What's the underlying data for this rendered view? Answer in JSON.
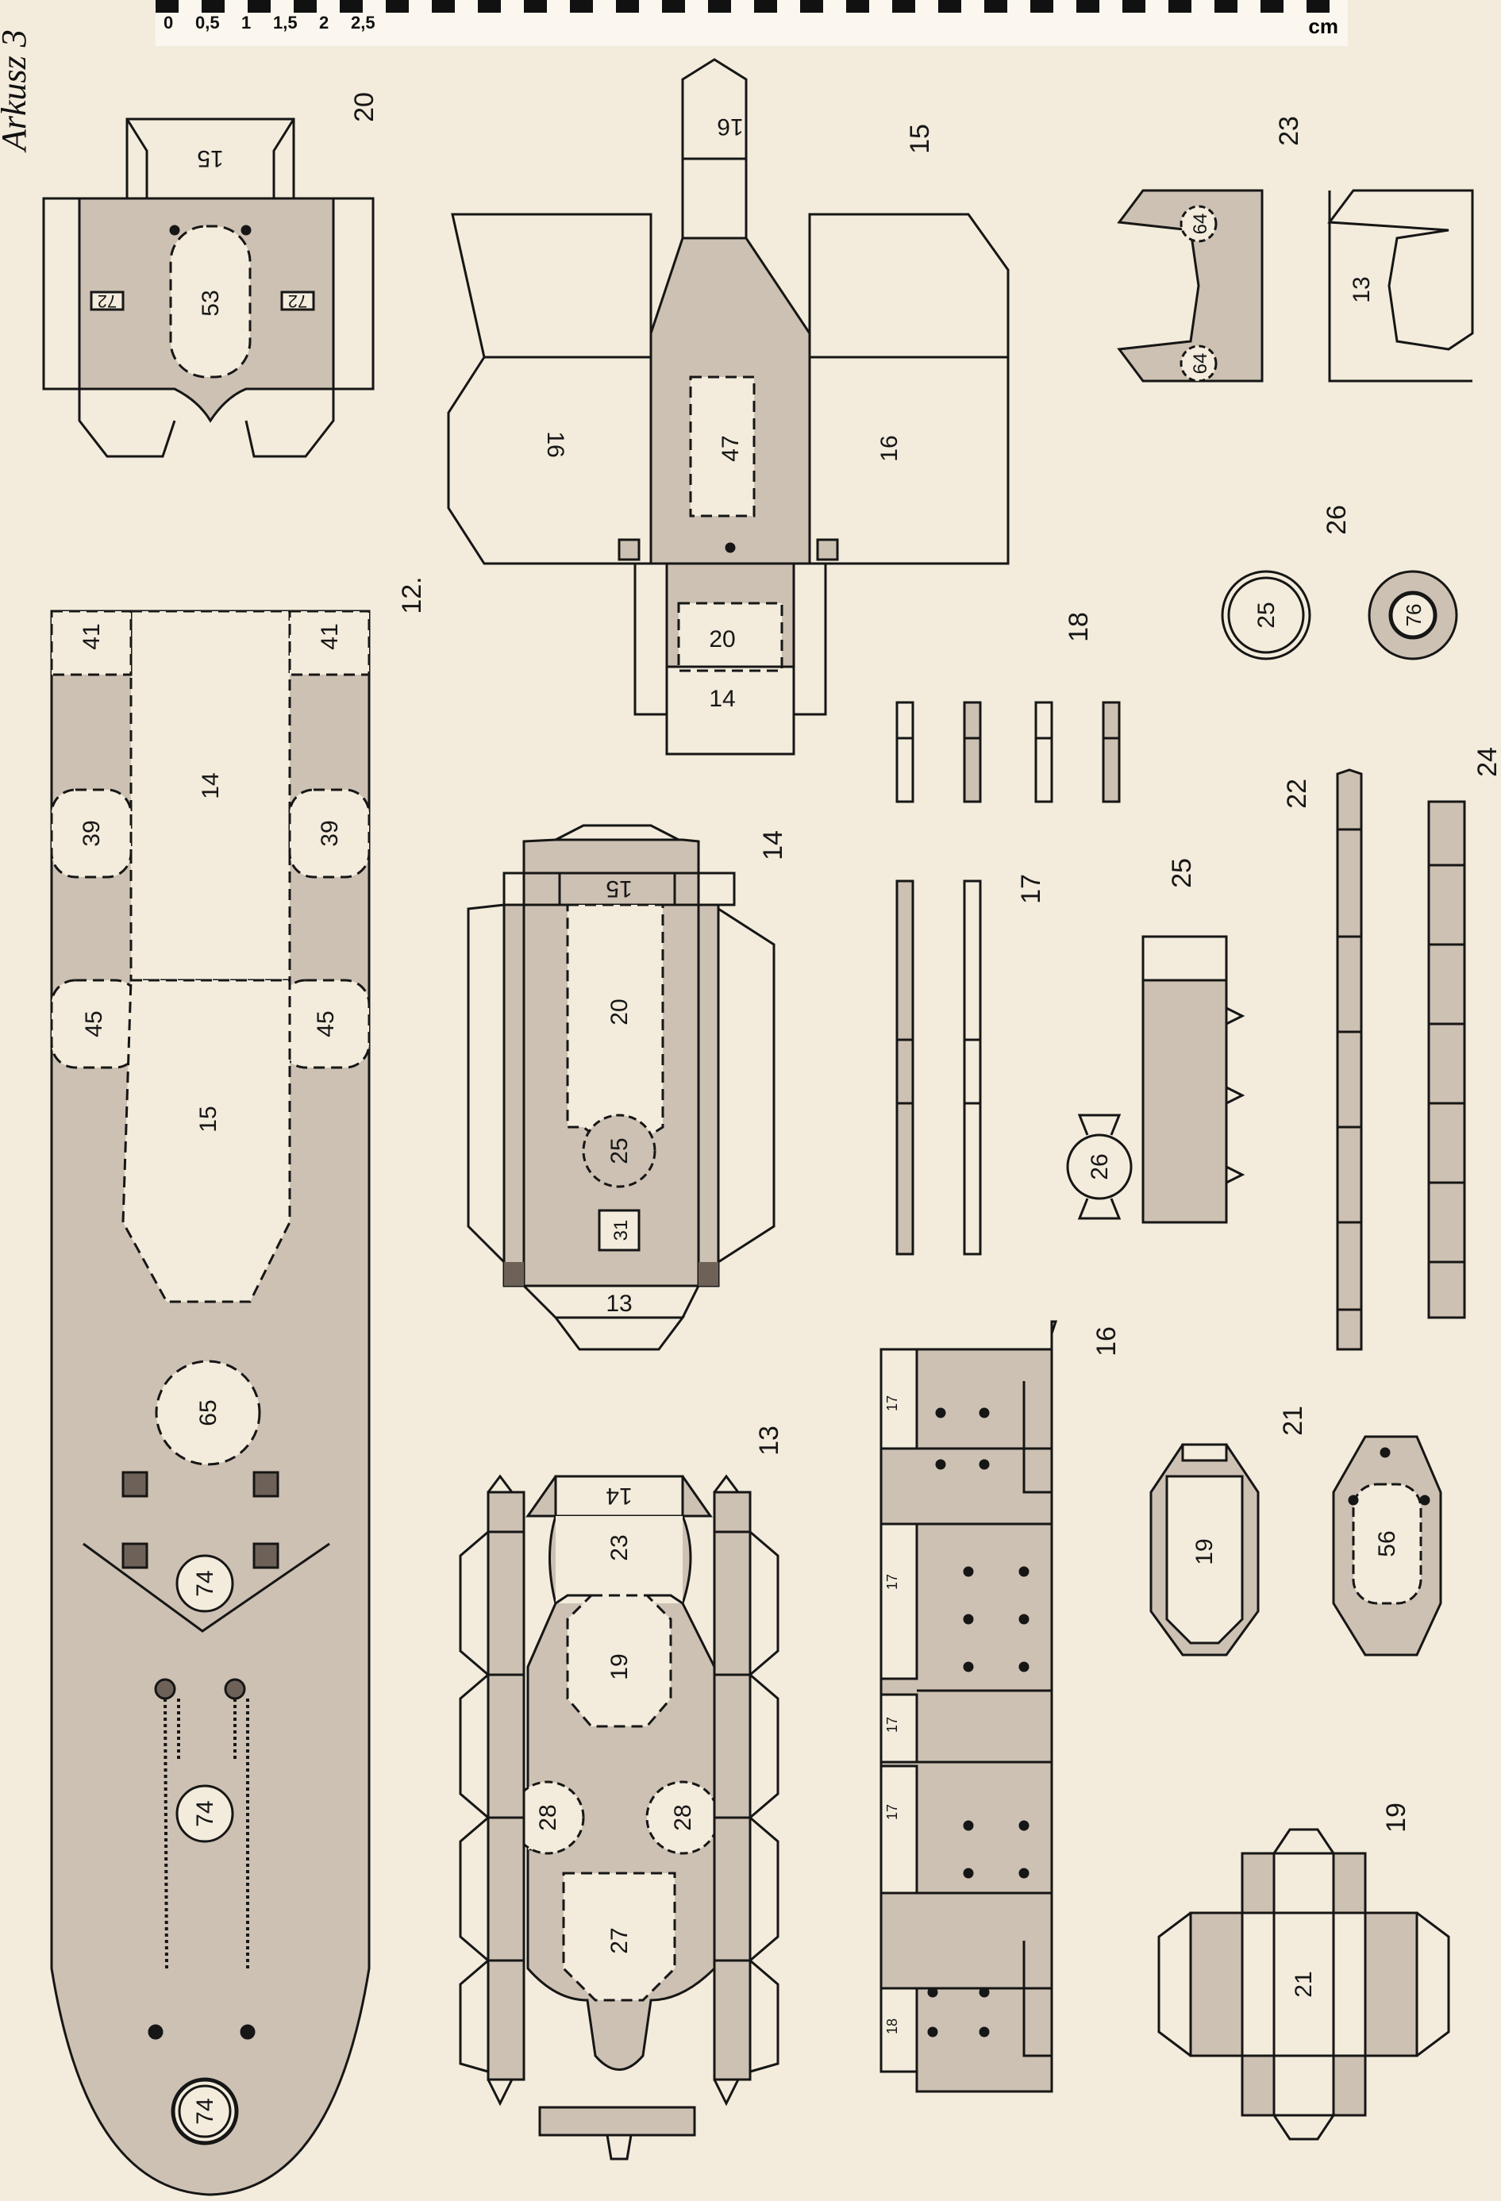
{
  "sheet_title": "Arkusz 3",
  "ruler": {
    "labels": [
      "0",
      "0,5",
      "1",
      "1,5",
      "2",
      "2,5"
    ],
    "unit": "cm"
  },
  "colors": {
    "paper": "#f3ecdc",
    "fill": "#cdc1b3",
    "line": "#161616",
    "dark": "#6e6258"
  },
  "part_numbers": [
    "20",
    "15",
    "23",
    "26",
    "12.",
    "18",
    "14",
    "17",
    "25",
    "22",
    "24",
    "16",
    "13",
    "21",
    "19"
  ],
  "labels": {
    "p20": [
      "15",
      "53",
      "72",
      "72"
    ],
    "p15": [
      "16",
      "16",
      "47",
      "16",
      "20",
      "14"
    ],
    "p23": [
      "64",
      "64",
      "13"
    ],
    "p26": [
      "25",
      "76"
    ],
    "p12": [
      "41",
      "41",
      "14",
      "39",
      "39",
      "45",
      "45",
      "15",
      "65",
      "74",
      "74",
      "74"
    ],
    "p14": [
      "15",
      "20",
      "25",
      "31",
      "13"
    ],
    "p25": [
      "26"
    ],
    "p13": [
      "14",
      "23",
      "19",
      "28",
      "28",
      "27"
    ],
    "p16": [
      "17",
      "17",
      "17",
      "17",
      "18"
    ],
    "p21": [
      "19",
      "56"
    ],
    "p19": [
      "21"
    ]
  }
}
